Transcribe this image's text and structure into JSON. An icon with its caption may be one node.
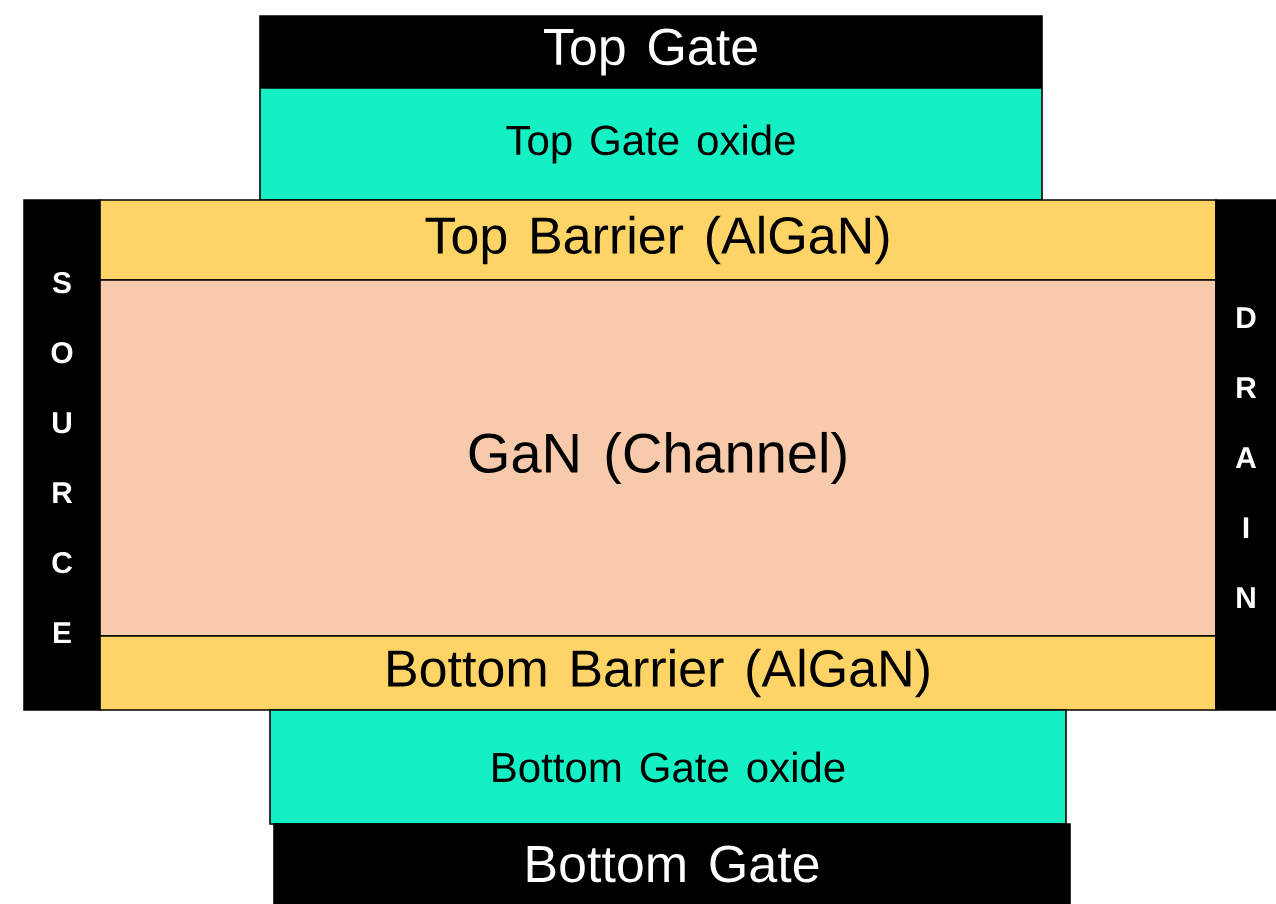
{
  "diagram": {
    "nodes": [
      {
        "text": [
          "Top Gate"
        ]
      },
      {
        "text": [
          "Top Gate oxide"
        ]
      },
      {
        "text": [
          "SOURCE"
        ]
      },
      {
        "text": [
          "Top Barrier (AlGaN)"
        ]
      },
      {
        "text": [
          "GaN (Channel)"
        ]
      },
      {
        "text": [
          "Bottom Barrier (AlGaN)"
        ]
      },
      {
        "text": [
          "DRAIN"
        ]
      },
      {
        "text": [
          "Bottom Gate oxide"
        ]
      },
      {
        "text": [
          "Bottom Gate"
        ]
      }
    ]
  }
}
